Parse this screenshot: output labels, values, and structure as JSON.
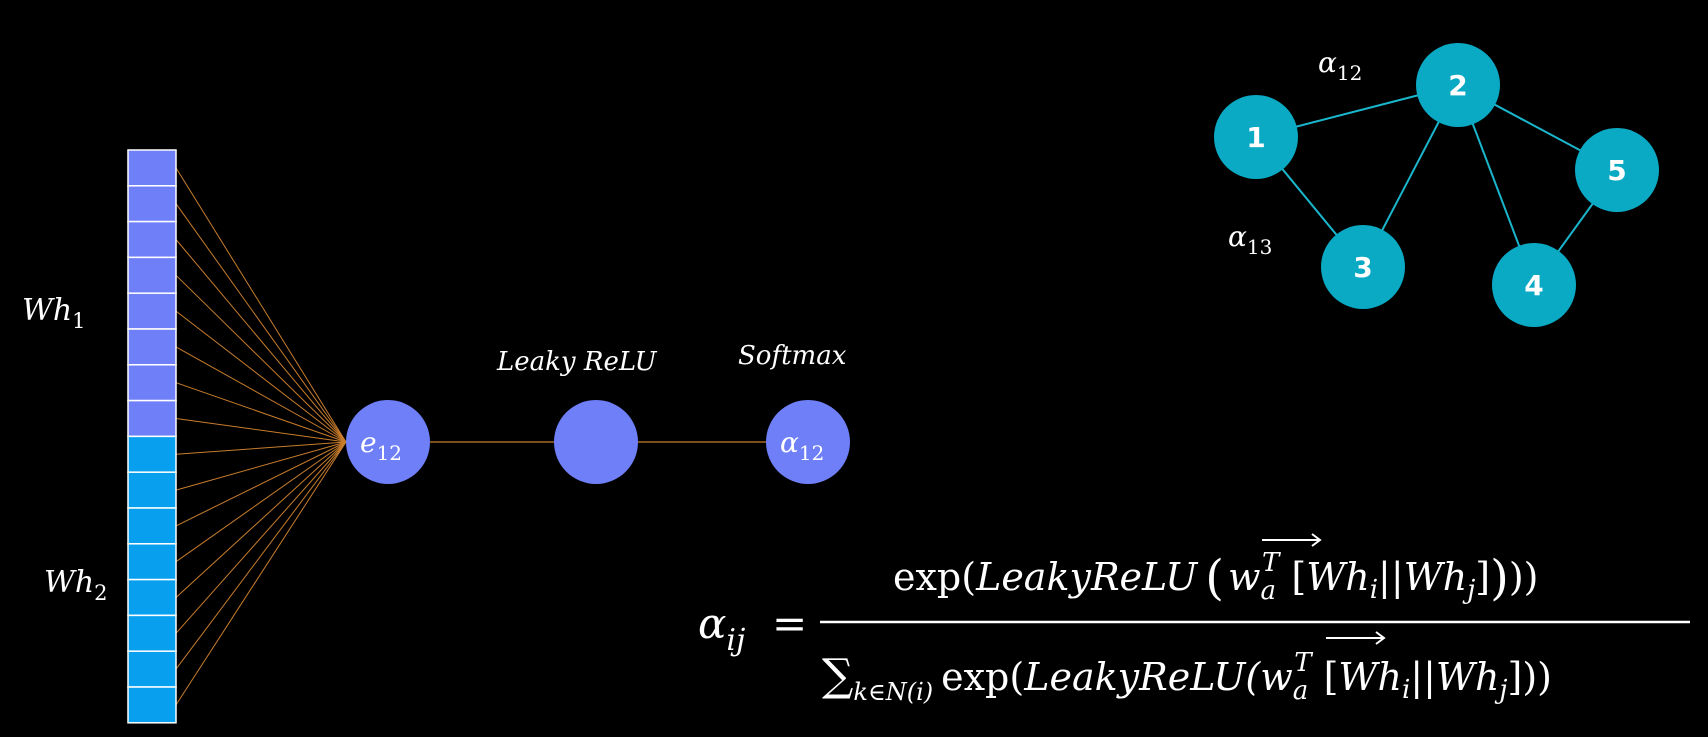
{
  "colors": {
    "background": "#000000",
    "upper_vector": "#6e7ff7",
    "lower_vector": "#08a0ee",
    "cell_border": "#ffffff",
    "connector_lines": "#c87d2c",
    "pipeline_node": "#6e7ff7",
    "graph_node": "#0aa9c4",
    "graph_edge": "#1ab6cc",
    "text": "#ffffff"
  },
  "vector": {
    "upper_label": {
      "base": "Wh",
      "sub": "1"
    },
    "lower_label": {
      "base": "Wh",
      "sub": "2"
    },
    "upper_cells": 8,
    "lower_cells": 8
  },
  "pipeline": {
    "node_e": {
      "base": "e",
      "sub": "12"
    },
    "leaky_label": "Leaky ReLU",
    "softmax_label": "Softmax",
    "node_alpha": {
      "base": "α",
      "sub": "12"
    }
  },
  "graph": {
    "nodes": [
      {
        "id": "1",
        "label": "1"
      },
      {
        "id": "2",
        "label": "2"
      },
      {
        "id": "3",
        "label": "3"
      },
      {
        "id": "4",
        "label": "4"
      },
      {
        "id": "5",
        "label": "5"
      }
    ],
    "edges": [
      [
        "1",
        "2"
      ],
      [
        "1",
        "3"
      ],
      [
        "2",
        "3"
      ],
      [
        "2",
        "4"
      ],
      [
        "2",
        "5"
      ],
      [
        "4",
        "5"
      ]
    ],
    "edge_labels": [
      {
        "base": "α",
        "sub": "12"
      },
      {
        "base": "α",
        "sub": "13"
      }
    ]
  },
  "formula": {
    "lhs_base": "α",
    "lhs_sub": "ij",
    "equals": "=",
    "numerator": {
      "exp": "exp(",
      "func": "LeakyReLU",
      "w": "w",
      "w_sub": "a",
      "w_sup": "T",
      "concat_open": "[",
      "wh_i_base": "Wh",
      "wh_i_sub": "i",
      "concat_sep": "||",
      "wh_j_base": "Wh",
      "wh_j_sub": "j",
      "concat_close": "]",
      "close": "))"
    },
    "denominator": {
      "sum": "∑",
      "sum_sub": "k∈N(i)",
      "exp": "exp(",
      "func": "LeakyReLU(",
      "w": "w",
      "w_sub": "a",
      "w_sup": "T",
      "concat_open": "[",
      "wh_i_base": "Wh",
      "wh_i_sub": "i",
      "concat_sep": "||",
      "wh_j_base": "Wh",
      "wh_j_sub": "j",
      "concat_close": "]",
      "close": "))"
    }
  }
}
